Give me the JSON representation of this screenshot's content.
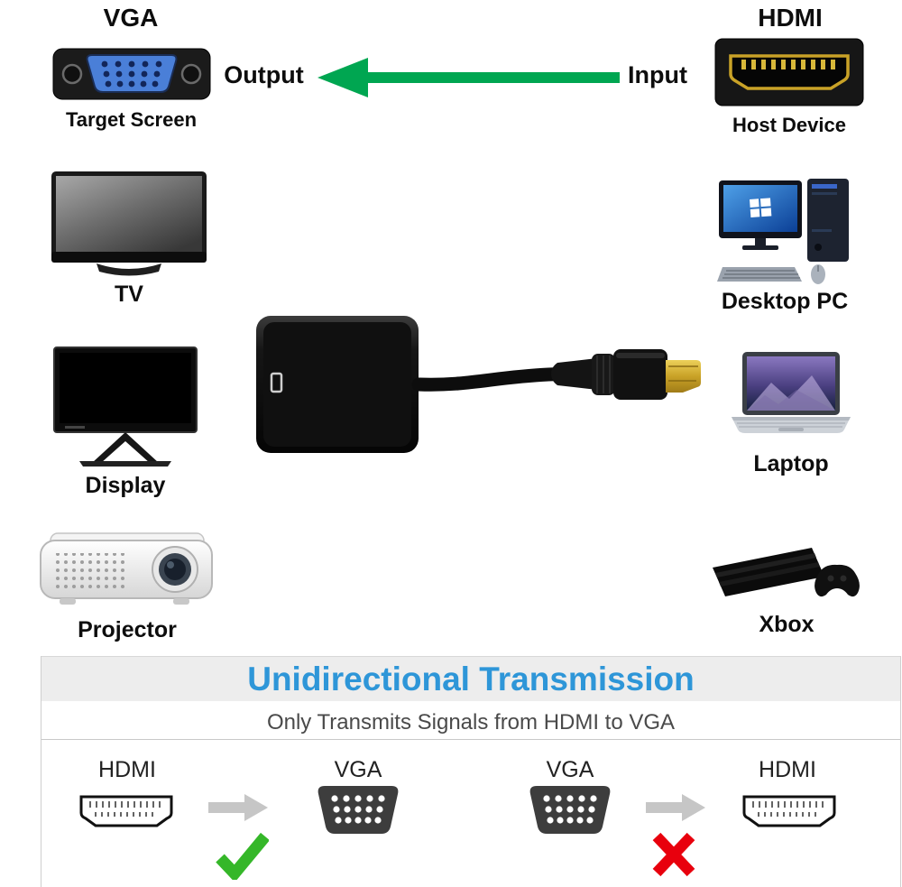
{
  "top": {
    "vga_title": "VGA",
    "vga_caption": "Target Screen",
    "output_label": "Output",
    "input_label": "Input",
    "hdmi_title": "HDMI",
    "hdmi_caption": "Host Device"
  },
  "devices": {
    "left": [
      {
        "label": "TV"
      },
      {
        "label": "Display"
      },
      {
        "label": "Projector"
      }
    ],
    "right": [
      {
        "label": "Desktop PC"
      },
      {
        "label": "Laptop"
      },
      {
        "label": "Xbox"
      }
    ]
  },
  "transmission": {
    "title": "Unidirectional Transmission",
    "subtitle": "Only Transmits Signals from HDMI to VGA",
    "flows": [
      {
        "from": "HDMI",
        "to": "VGA",
        "allowed": true
      },
      {
        "from": "VGA",
        "to": "HDMI",
        "allowed": false
      }
    ]
  },
  "icons": {
    "top_left": "vga-female-connector",
    "top_right": "hdmi-male-connector",
    "center": "hdmi-to-vga-adapter-cable",
    "direction": "green-left-arrow",
    "flow_arrow": "gray-right-arrow",
    "allowed": "green-checkmark",
    "blocked": "red-cross"
  },
  "colors": {
    "arrow_green": "#00A651",
    "title_blue": "#2E96D8",
    "check_green": "#35B729",
    "cross_red": "#E8000D",
    "vga_port_blue": "#4A7FD8",
    "hdmi_gold": "#C9A227",
    "bar_gray": "#EDEDED"
  }
}
